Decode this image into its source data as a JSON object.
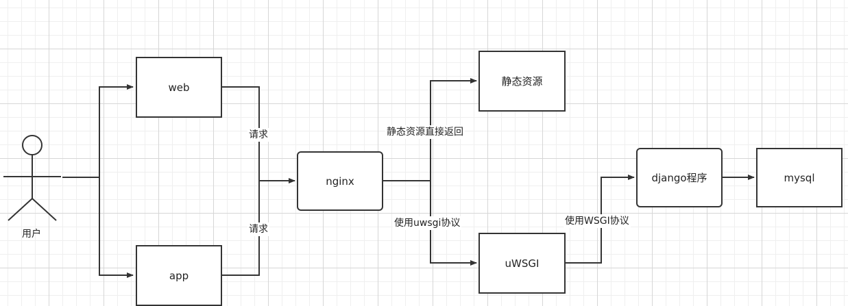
{
  "actor": {
    "label": "用户"
  },
  "nodes": {
    "web": "web",
    "app": "app",
    "nginx": "nginx",
    "static": "静态资源",
    "uwsgi": "uWSGI",
    "django": "django程序",
    "mysql": "mysql"
  },
  "edge_labels": {
    "web_request": "请求",
    "app_request": "请求",
    "static_direct": "静态资源直接返回",
    "use_uwsgi": "使用uwsgi协议",
    "use_wsgi": "使用WSGI协议"
  },
  "colors": {
    "stroke": "#333333",
    "grid": "#d6d6d6",
    "background": "#ffffff"
  }
}
